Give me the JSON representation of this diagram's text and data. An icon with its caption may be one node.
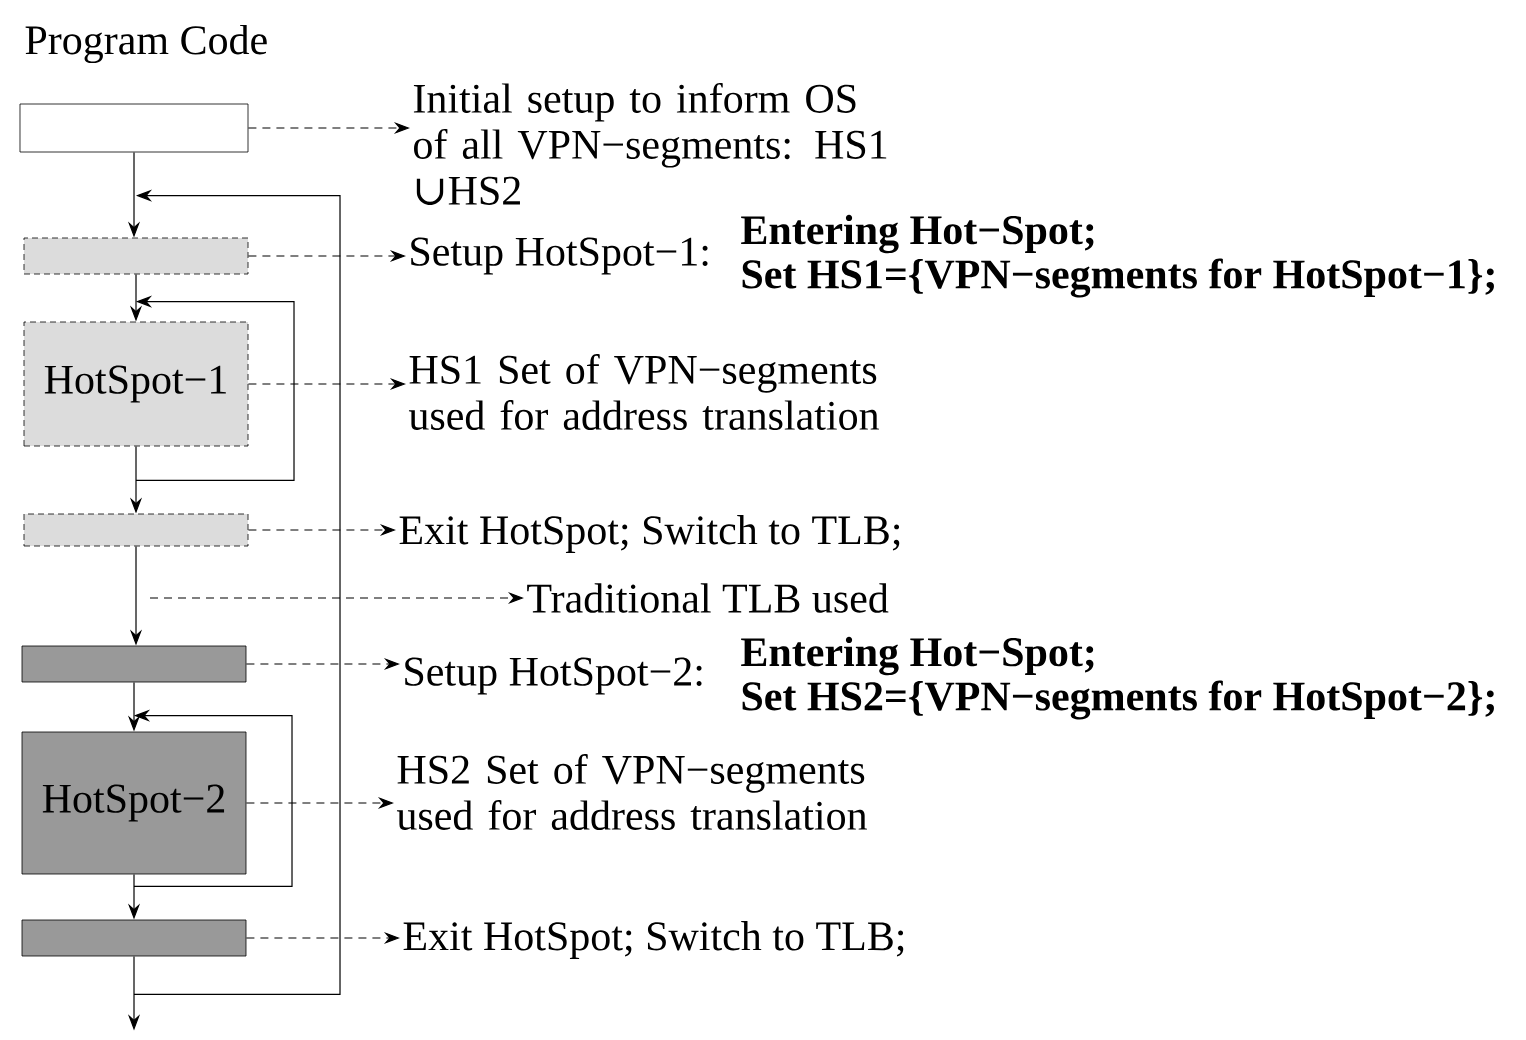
{
  "diagram": {
    "title": "Program Code",
    "nodes": [
      {
        "text": [],
        "shape": "box"
      },
      {
        "text": [],
        "shape": "box"
      },
      {
        "text": [
          "HotSpot−1"
        ]
      },
      {
        "text": [],
        "shape": "box"
      },
      {
        "text": [],
        "shape": "box"
      },
      {
        "text": [
          "HotSpot−2"
        ]
      },
      {
        "text": [],
        "shape": "box"
      },
      {
        "text": [
          "Initial setup to inform OS of all VPN−segments: HS1 ∪HS2"
        ]
      },
      {
        "text": [
          "Setup HotSpot−1:"
        ],
        "beside": [
          "Entering Hot−Spot;",
          "Set HS1={VPN−segments for HotSpot−1};"
        ]
      },
      {
        "text": [
          "HS1 Set of VPN−segments used for address translation"
        ]
      },
      {
        "text": [
          "Exit HotSpot; Switch to TLB;"
        ]
      },
      {
        "text": [
          "Traditional TLB used"
        ]
      },
      {
        "text": [
          "Setup HotSpot−2:"
        ],
        "beside": [
          "Entering Hot−Spot;",
          "Set HS2={VPN−segments for HotSpot−2};"
        ]
      },
      {
        "text": [
          "HS2 Set of VPN−segments used for address translation"
        ]
      },
      {
        "text": [
          "Exit HotSpot; Switch to TLB;"
        ]
      }
    ],
    "edges": [
      {
        "from": 0,
        "to": 1,
        "arrow": "to"
      },
      {
        "from": 1,
        "to": 2,
        "arrow": "to"
      },
      {
        "from": 2,
        "to": 3,
        "arrow": "to"
      },
      {
        "from": 3,
        "to": 4,
        "arrow": "to"
      },
      {
        "from": 4,
        "to": 5,
        "arrow": "to"
      },
      {
        "from": 5,
        "to": 6,
        "arrow": "to"
      },
      {
        "from": 6,
        "to": null,
        "arrow": "to"
      },
      {
        "from": 2,
        "to": 2,
        "arrow": "to"
      },
      {
        "from": 5,
        "to": 5,
        "arrow": "to"
      },
      {
        "from": 6,
        "to": 1,
        "arrow": "to"
      },
      {
        "from": 0,
        "to": 7,
        "arrow": "to",
        "style": "dashed"
      },
      {
        "from": 1,
        "to": 8,
        "arrow": "to",
        "style": "dashed"
      },
      {
        "from": 2,
        "to": 9,
        "arrow": "to",
        "style": "dashed"
      },
      {
        "from": 3,
        "to": 10,
        "arrow": "to",
        "style": "dashed"
      },
      {
        "from": null,
        "to": 11,
        "arrow": "to",
        "style": "dashed"
      },
      {
        "from": 4,
        "to": 12,
        "arrow": "to",
        "style": "dashed"
      },
      {
        "from": 5,
        "to": 13,
        "arrow": "to",
        "style": "dashed"
      },
      {
        "from": 6,
        "to": 14,
        "arrow": "to",
        "style": "dashed"
      }
    ]
  }
}
